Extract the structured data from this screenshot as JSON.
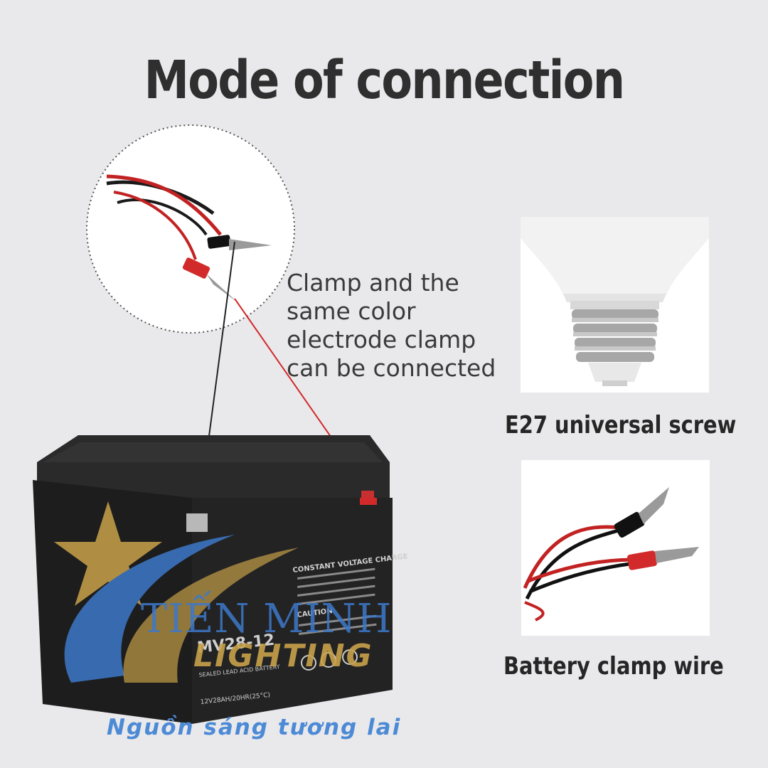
{
  "title": "Mode of connection",
  "clamp_note": {
    "lines": [
      "Clamp and the",
      "same color",
      "electrode clamp",
      "can be connected"
    ]
  },
  "captions": {
    "e27": "E27 universal screw",
    "clamp_wire": "Battery clamp wire"
  },
  "battery": {
    "model": "MV28-12",
    "label_header": "CONSTANT VOLTAGE CHARGE",
    "caution": "CAUTION",
    "rating": "12V28AH/20HR(25°C)",
    "sealed": "SEALED LEAD ACID BATTERY"
  },
  "watermark": {
    "name": "TIẾN MINH",
    "sub": "LIGHTING",
    "slogan": "Nguồn sáng tương lai"
  },
  "colors": {
    "background": "#e9e9eb",
    "battery": "#1c1c1c",
    "wire_red": "#d22a2a",
    "brand_blue": "#3d78c9",
    "brand_gold": "#c9a24a"
  }
}
